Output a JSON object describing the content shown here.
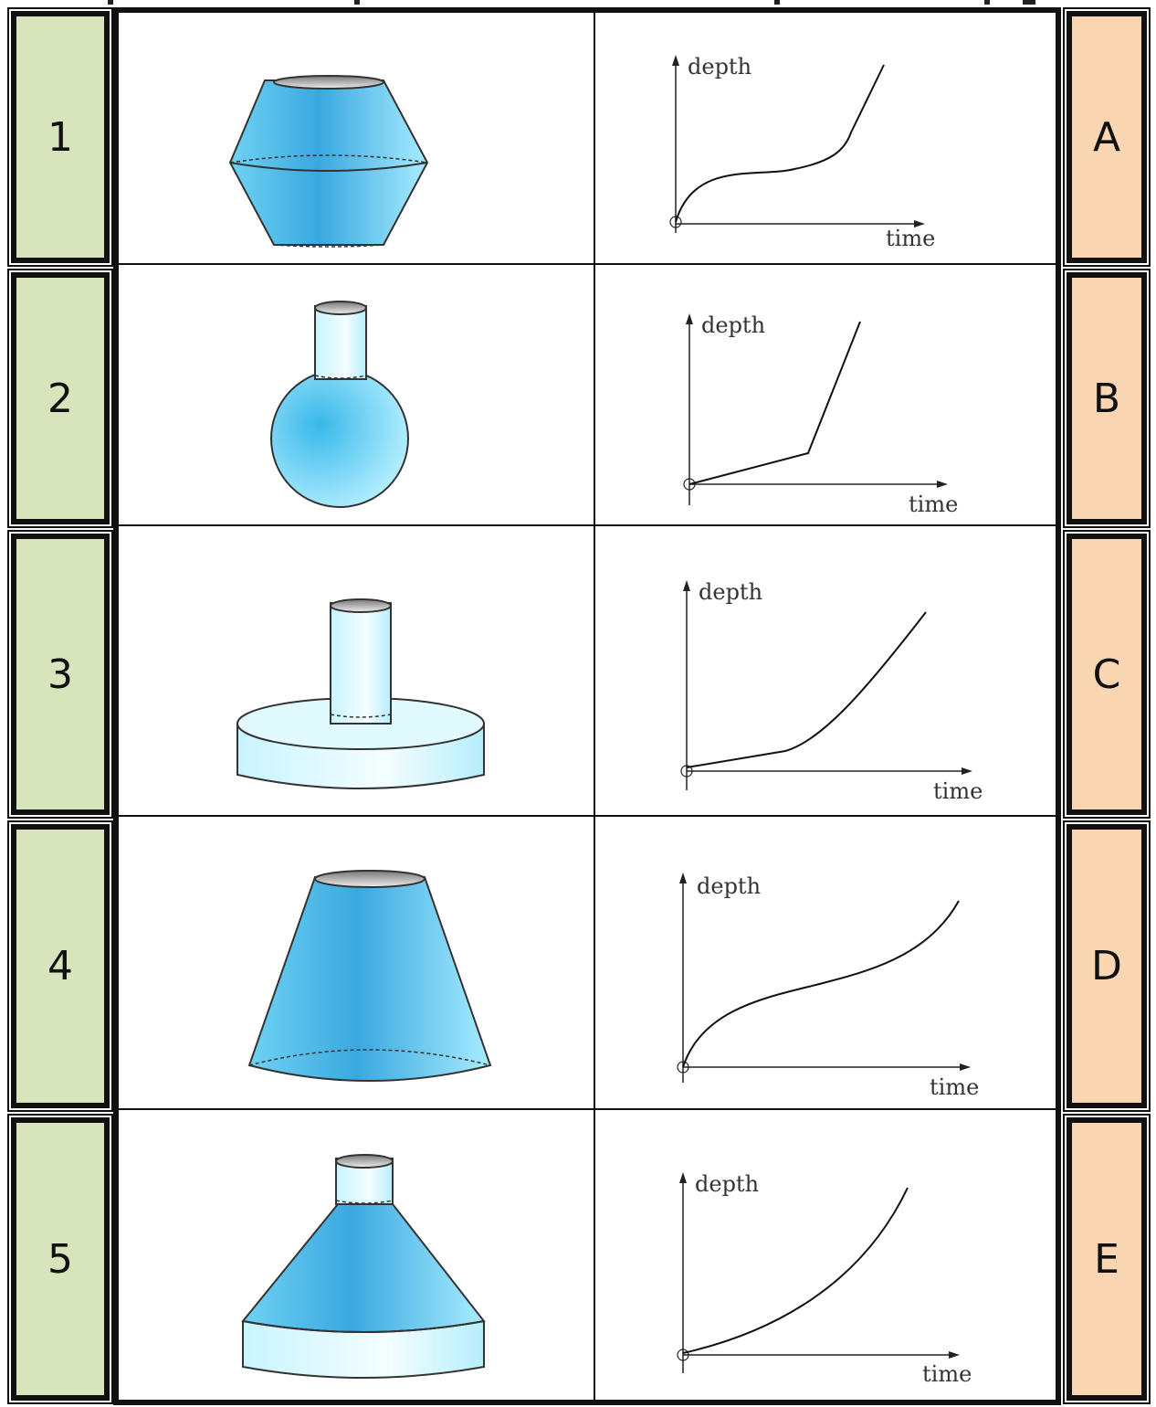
{
  "rows": [
    {
      "number": "1",
      "letter": "A",
      "shape": "double-cone-frustum",
      "graph": "s-curve-then-steep-line"
    },
    {
      "number": "2",
      "letter": "B",
      "shape": "sphere-with-cylinder-neck",
      "graph": "two-segment-line"
    },
    {
      "number": "3",
      "letter": "C",
      "shape": "wide-cylinder-with-narrow-cylinder",
      "graph": "line-then-curve"
    },
    {
      "number": "4",
      "letter": "D",
      "shape": "truncated-cone",
      "graph": "s-curve"
    },
    {
      "number": "5",
      "letter": "E",
      "shape": "cylinder-cone-cylinder",
      "graph": "convex-curve"
    }
  ],
  "graph_labels": {
    "y": "depth",
    "x": "time"
  },
  "colors": {
    "number_bg": "#d8e4bc",
    "letter_bg": "#fad5b2",
    "vessel_fill": "#7ad8f4"
  }
}
